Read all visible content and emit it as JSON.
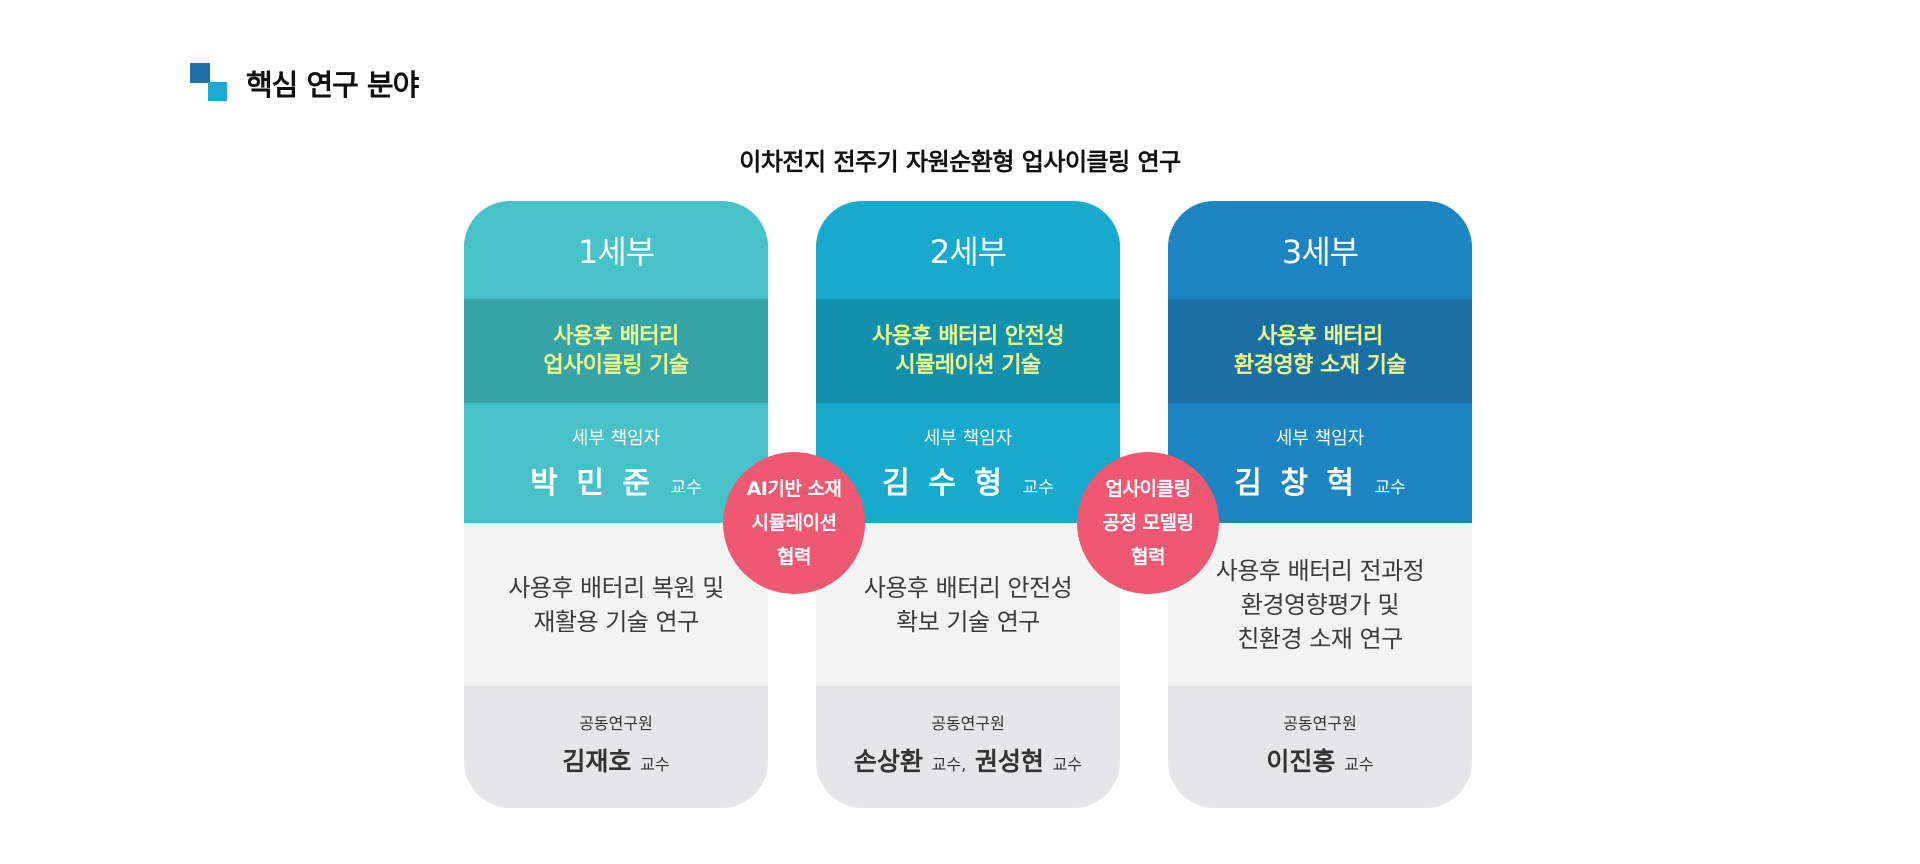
{
  "section": {
    "title": "핵심 연구 분야"
  },
  "main_title": "이차전지 전주기 자원순환형 업사이클링 연구",
  "cards": [
    {
      "head": "1세부",
      "topic": [
        "사용후 배터리",
        "업사이클링 기술"
      ],
      "lead_label": "세부 책임자",
      "lead_name": "박 민 준",
      "lead_suffix": "교수",
      "desc": [
        "사용후 배터리 복원 및",
        "재활용 기술 연구"
      ],
      "co_label": "공동연구원",
      "co_researchers": [
        {
          "name": "김재호",
          "suffix": "교수"
        }
      ]
    },
    {
      "head": "2세부",
      "topic": [
        "사용후 배터리 안전성",
        "시뮬레이션 기술"
      ],
      "lead_label": "세부 책임자",
      "lead_name": "김 수 형",
      "lead_suffix": "교수",
      "desc": [
        "사용후 배터리 안전성",
        "확보 기술 연구"
      ],
      "co_label": "공동연구원",
      "co_researchers": [
        {
          "name": "손상환",
          "suffix": "교수,"
        },
        {
          "name": "권성현",
          "suffix": "교수"
        }
      ]
    },
    {
      "head": "3세부",
      "topic": [
        "사용후 배터리",
        "환경영향 소재 기술"
      ],
      "lead_label": "세부 책임자",
      "lead_name": "김 창 혁",
      "lead_suffix": "교수",
      "desc": [
        "사용후 배터리 전과정",
        "환경영향평가 및",
        "친환경 소재 연구"
      ],
      "co_label": "공동연구원",
      "co_researchers": [
        {
          "name": "이진홍",
          "suffix": "교수"
        }
      ]
    }
  ],
  "badges": [
    {
      "lines": [
        "AI기반 소재",
        "시뮬레이션",
        "협력"
      ]
    },
    {
      "lines": [
        "업사이클링",
        "공정 모델링",
        "협력"
      ]
    }
  ],
  "colors": {
    "card1": "#47c2c9",
    "card1_topic": "#36a3a8",
    "card2": "#17aacd",
    "card2_topic": "#1490ad",
    "card3": "#1d86c2",
    "card3_topic": "#1a6fa5",
    "badge": "#ee5872",
    "topic_text": "#e9f98c"
  }
}
